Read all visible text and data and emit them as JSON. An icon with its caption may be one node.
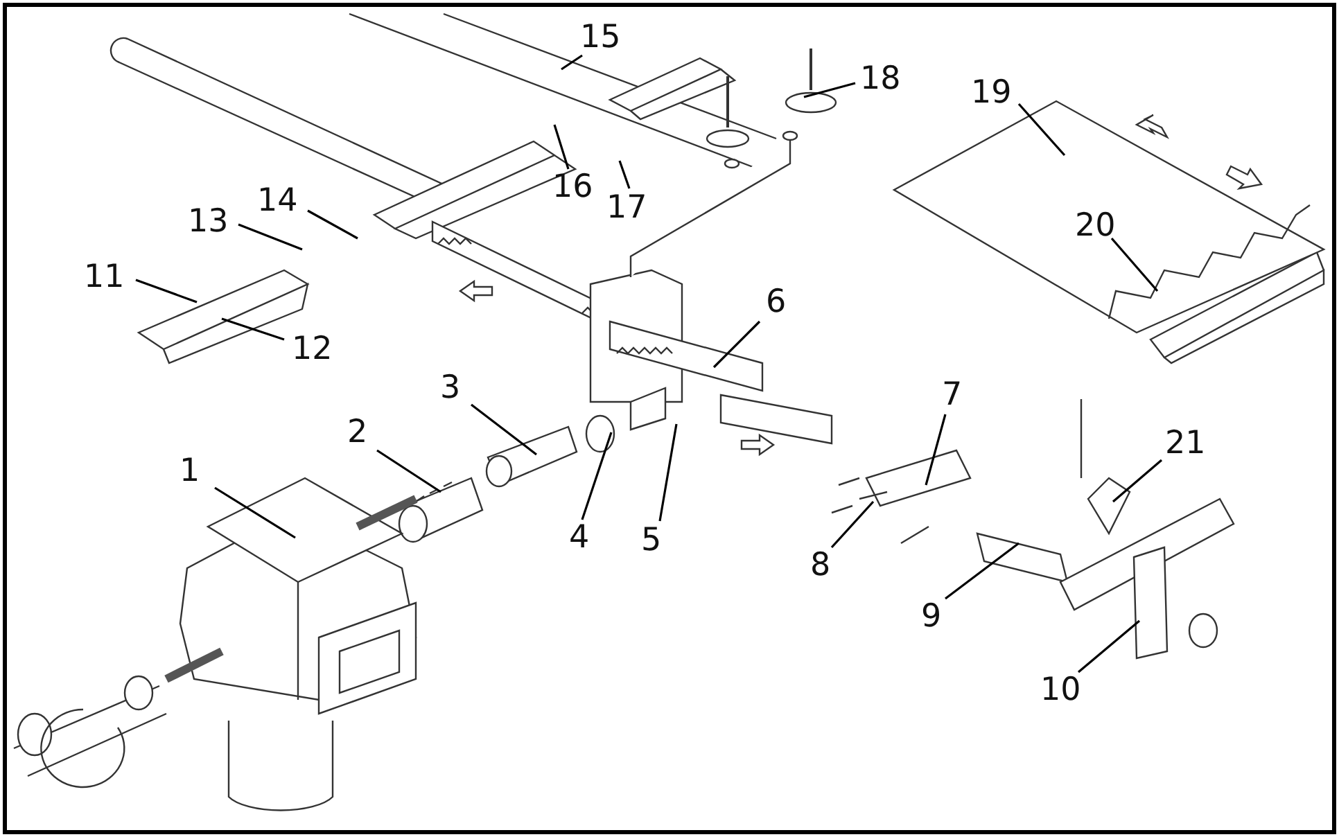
{
  "diagram": {
    "nodes": [
      {
        "text": [
          "1"
        ]
      },
      {
        "text": [
          "2"
        ]
      },
      {
        "text": [
          "3"
        ]
      },
      {
        "text": [
          "4"
        ]
      },
      {
        "text": [
          "5"
        ]
      },
      {
        "text": [
          "6"
        ]
      },
      {
        "text": [
          "7"
        ]
      },
      {
        "text": [
          "8"
        ]
      },
      {
        "text": [
          "9"
        ]
      },
      {
        "text": [
          "10"
        ]
      },
      {
        "text": [
          "11"
        ]
      },
      {
        "text": [
          "12"
        ]
      },
      {
        "text": [
          "13"
        ]
      },
      {
        "text": [
          "14"
        ]
      },
      {
        "text": [
          "15"
        ]
      },
      {
        "text": [
          "16"
        ]
      },
      {
        "text": [
          "17"
        ]
      },
      {
        "text": [
          "18"
        ]
      },
      {
        "text": [
          "19"
        ]
      },
      {
        "text": [
          "20"
        ]
      },
      {
        "text": [
          "21"
        ]
      }
    ],
    "edges": [
      {
        "from": 0,
        "to": null,
        "arrow": "none"
      },
      {
        "from": 1,
        "to": null,
        "arrow": "none"
      },
      {
        "from": 2,
        "to": null,
        "arrow": "none"
      },
      {
        "from": 3,
        "to": null,
        "arrow": "none"
      },
      {
        "from": 4,
        "to": null,
        "arrow": "none"
      },
      {
        "from": 5,
        "to": null,
        "arrow": "none"
      },
      {
        "from": 6,
        "to": null,
        "arrow": "none"
      },
      {
        "from": 7,
        "to": null,
        "arrow": "none"
      },
      {
        "from": 8,
        "to": null,
        "arrow": "none"
      },
      {
        "from": 9,
        "to": null,
        "arrow": "none"
      },
      {
        "from": 10,
        "to": null,
        "arrow": "none"
      },
      {
        "from": 11,
        "to": null,
        "arrow": "none"
      },
      {
        "from": 12,
        "to": null,
        "arrow": "none"
      },
      {
        "from": 13,
        "to": null,
        "arrow": "none"
      },
      {
        "from": 14,
        "to": null,
        "arrow": "none"
      },
      {
        "from": 15,
        "to": null,
        "arrow": "none"
      },
      {
        "from": 16,
        "to": null,
        "arrow": "none"
      },
      {
        "from": 17,
        "to": null,
        "arrow": "none"
      },
      {
        "from": 18,
        "to": null,
        "arrow": "none"
      },
      {
        "from": 19,
        "to": null,
        "arrow": "none"
      },
      {
        "from": 20,
        "to": null,
        "arrow": "none"
      }
    ]
  }
}
